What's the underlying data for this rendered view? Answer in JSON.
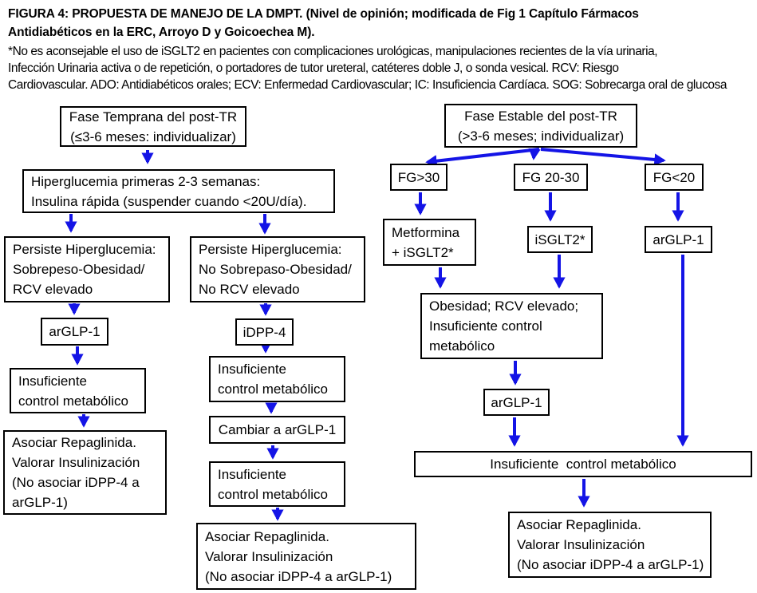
{
  "header": {
    "title": "FIGURA 4:  PROPUESTA DE MANEJO DE LA DMPT. (Nivel de opinión; modificada de Fig 1 Capítulo Fármacos\nAntidiabéticos en la ERC, Arroyo D y Goicoechea M).",
    "note": "*No es aconsejable el uso de iSGLT2 en pacientes con complicaciones urológicas, manipulaciones recientes de la vía urinaria,\nInfección Urinaria activa o de repetición, o portadores de tutor ureteral, catéteres doble J, o sonda vesical. RCV: Riesgo\nCardiovascular. ADO: Antidiabéticos orales;  ECV: Enfermedad Cardiovascular; IC: Insuficiencia Cardíaca. SOG: Sobrecarga oral de glucosa"
  },
  "nodes": {
    "fase_temprana": "Fase Temprana del post-TR\n(≤3-6 meses: individualizar)",
    "hiperglucemia": "Hiperglucemia primeras 2-3 semanas:\nInsulina rápida (suspender cuando <20U/día).",
    "persiste_sobrepeso": "Persiste Hiperglucemia:\nSobrepeso-Obesidad/\nRCV elevado",
    "arglp1_left": "arGLP-1",
    "insuf_left": "Insuficiente\ncontrol metabólico",
    "asociar_left": "Asociar Repaglinida.\nValorar Insulinización\n(No asociar iDPP-4 a\narGLP-1)",
    "persiste_no": "Persiste Hiperglucemia:\nNo Sobrepaso-Obesidad/\nNo RCV elevado",
    "idpp4": "iDPP-4",
    "insuf_mid_1": "Insuficiente\ncontrol metabólico",
    "cambiar": "Cambiar a arGLP-1",
    "insuf_mid_2": "Insuficiente\ncontrol metabólico",
    "asociar_mid": "Asociar Repaglinida.\nValorar Insulinización\n(No asociar iDPP-4 a arGLP-1)",
    "fase_estable": "Fase Estable del post-TR\n(>3-6 meses; individualizar)",
    "fg_gt30": "FG>30",
    "fg_2030": "FG 20-30",
    "fg_lt20": "FG<20",
    "metformina": "Metformina\n+ iSGLT2*",
    "isglt2": "iSGLT2*",
    "arglp1_fg20": "arGLP-1",
    "obesidad": "Obesidad; RCV elevado;\nInsuficiente control\nmetabólico",
    "arglp1_mid": "arGLP-1",
    "insuf_wide": "Insuficiente  control metabólico",
    "asociar_right": "Asociar Repaglinida.\nValorar Insulinización\n(No asociar iDPP-4 a arGLP-1)"
  },
  "colors": {
    "arrow_blue": "#1414e6",
    "box_border": "#000000",
    "background": "#ffffff",
    "text": "#000000"
  }
}
